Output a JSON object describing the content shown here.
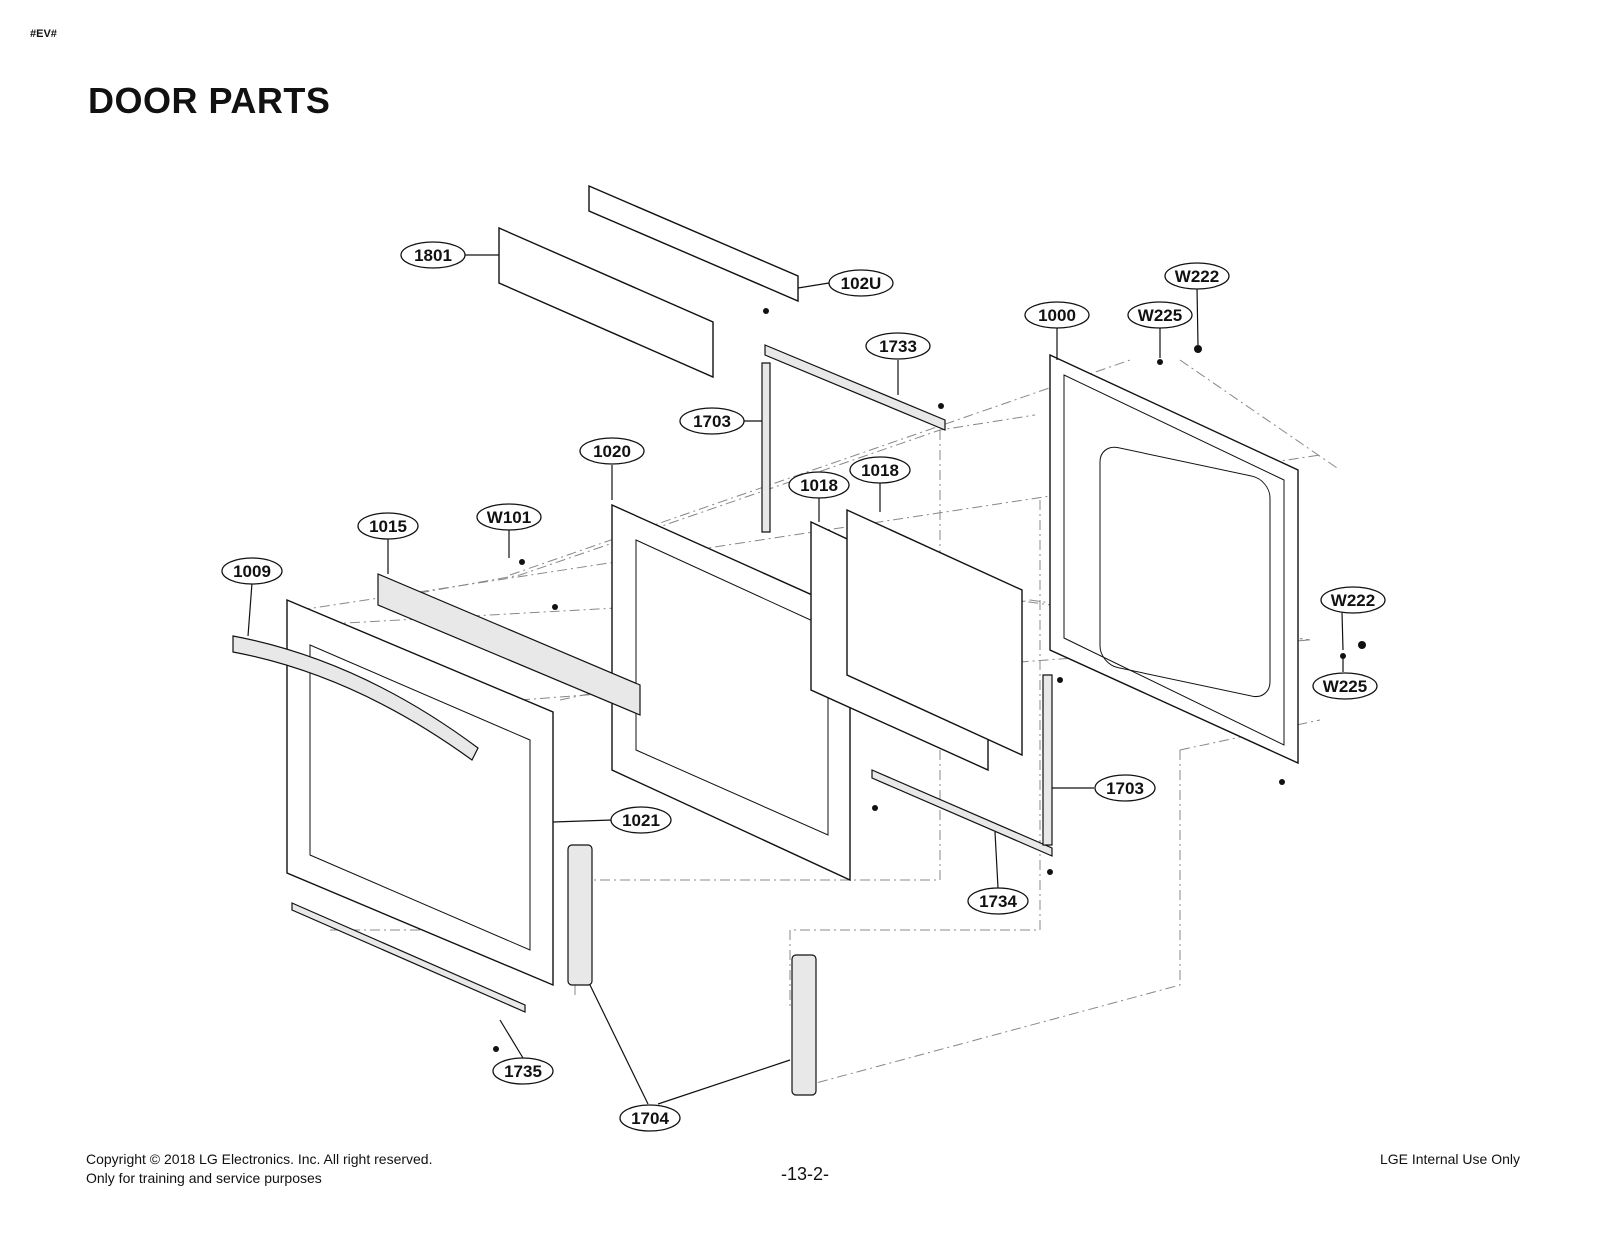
{
  "header": {
    "tag": "#EV#",
    "title": "DOOR PARTS"
  },
  "callouts": [
    {
      "id": "c-1801",
      "label": "1801"
    },
    {
      "id": "c-102u",
      "label": "102U"
    },
    {
      "id": "c-w222-top",
      "label": "W222"
    },
    {
      "id": "c-1000",
      "label": "1000"
    },
    {
      "id": "c-w225-top",
      "label": "W225"
    },
    {
      "id": "c-1733",
      "label": "1733"
    },
    {
      "id": "c-1703-top",
      "label": "1703"
    },
    {
      "id": "c-1020",
      "label": "1020"
    },
    {
      "id": "c-1018a",
      "label": "1018"
    },
    {
      "id": "c-1018b",
      "label": "1018"
    },
    {
      "id": "c-w101",
      "label": "W101"
    },
    {
      "id": "c-1015",
      "label": "1015"
    },
    {
      "id": "c-1009",
      "label": "1009"
    },
    {
      "id": "c-w222-right",
      "label": "W222"
    },
    {
      "id": "c-w225-right",
      "label": "W225"
    },
    {
      "id": "c-1703-right",
      "label": "1703"
    },
    {
      "id": "c-1021",
      "label": "1021"
    },
    {
      "id": "c-1734",
      "label": "1734"
    },
    {
      "id": "c-1735",
      "label": "1735"
    },
    {
      "id": "c-1704",
      "label": "1704"
    }
  ],
  "footer": {
    "copyright": "Copyright © 2018 LG Electronics. Inc. All right reserved.",
    "training": "Only for training and service purposes",
    "page": "-13-2-",
    "internal": "LGE Internal Use Only"
  }
}
